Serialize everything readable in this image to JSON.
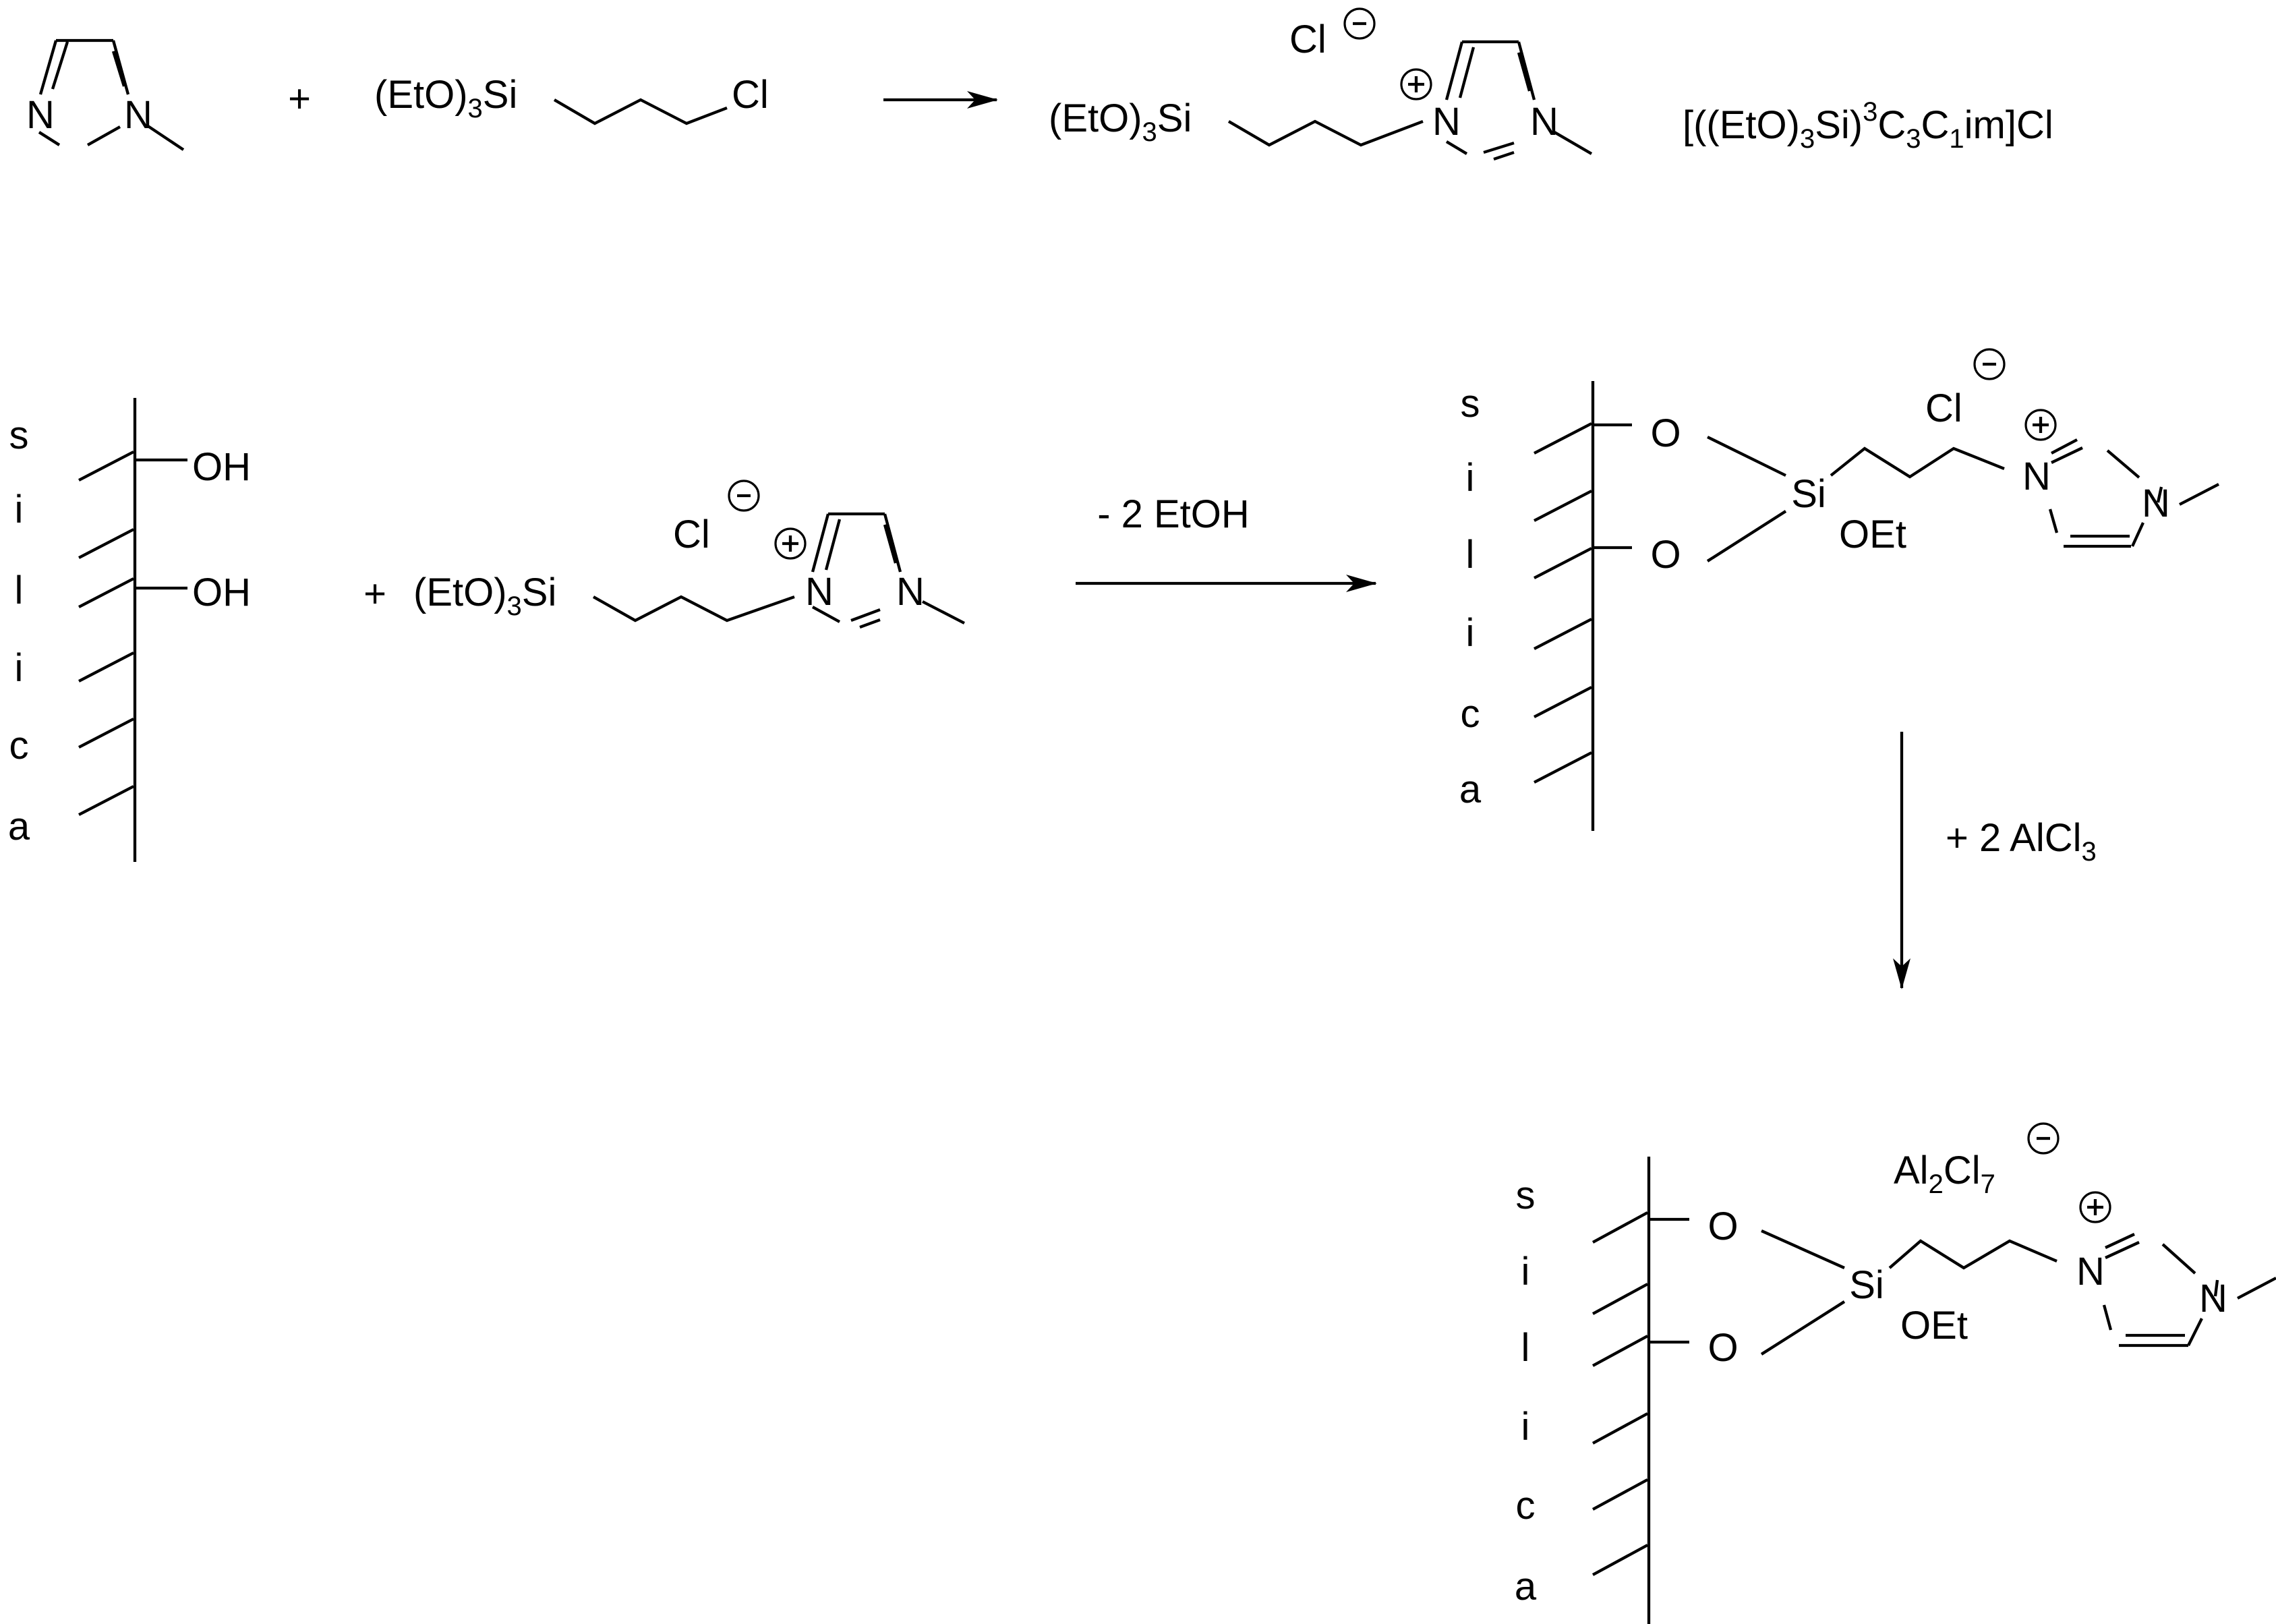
{
  "diagram": {
    "atoms": {
      "N": "N",
      "N_plus": "N",
      "O": "O",
      "Si": "Si",
      "Cl": "Cl",
      "OH": "OH",
      "OEt": "OEt",
      "plus_sign": "+",
      "minus_sign": "−"
    },
    "reaction1": {
      "plus": "+",
      "reagent_prefix": "(EtO)",
      "reagent_sub": "3",
      "reagent_si": "Si",
      "reagent_cl": "Cl",
      "product_prefix": "(EtO)",
      "product_sub": "3",
      "product_si": "Si",
      "anion": "Cl",
      "name": {
        "p1": "[((EtO)",
        "s1": "3",
        "p2": "Si)",
        "sup": "3",
        "p3": "C",
        "s2": "3",
        "p4": "C",
        "s3": "1",
        "p5": "im]Cl"
      }
    },
    "reaction2": {
      "silica_letters": [
        "s",
        "i",
        "l",
        "i",
        "c",
        "a"
      ],
      "plus": "+",
      "reagent_prefix": "(EtO)",
      "reagent_sub": "3",
      "reagent_si": "Si",
      "anion": "Cl",
      "condition": "- 2 EtOH",
      "product_anion": "Cl"
    },
    "reaction3": {
      "condition_pre": "+ 2 AlCl",
      "condition_sub": "3",
      "anion_p1": "Al",
      "anion_s1": "2",
      "anion_p2": "Cl",
      "anion_s2": "7"
    }
  }
}
